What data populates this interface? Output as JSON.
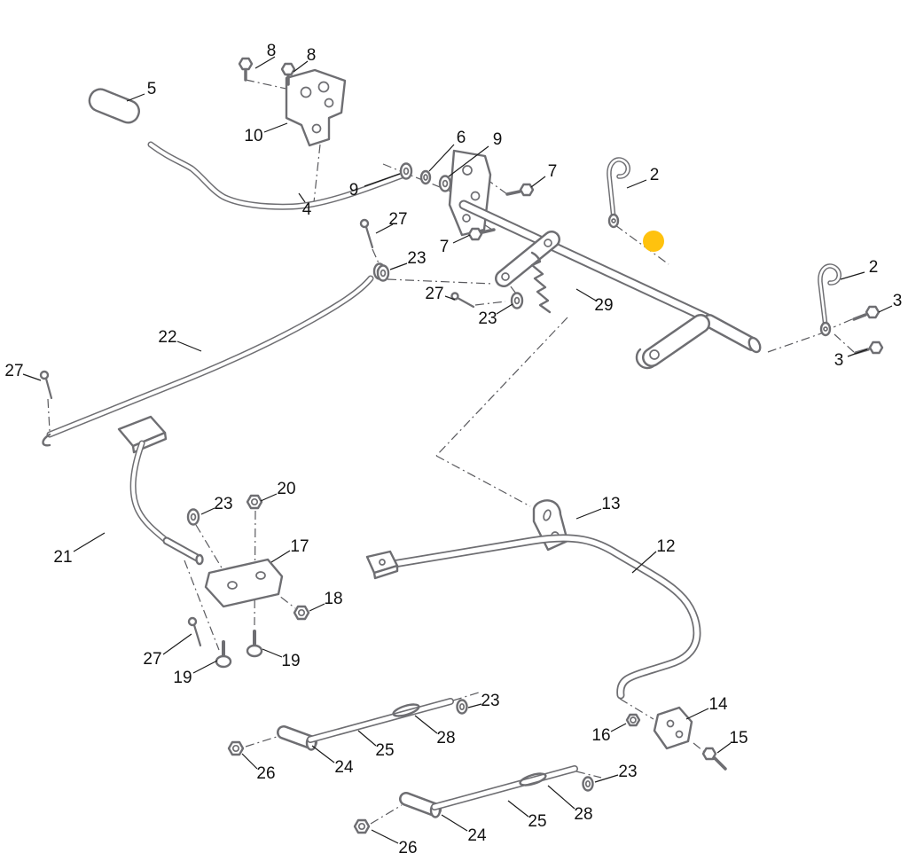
{
  "diagram": {
    "type": "exploded-parts-diagram",
    "description": "Mower deck lift linkage exploded parts view",
    "line_color": "#6e6e72",
    "centerline_color": "#5a5a5e",
    "label_color": "#111111",
    "highlight": {
      "color": "#FFC20E"
    },
    "callouts": [
      {
        "label": "8"
      },
      {
        "label": "8"
      },
      {
        "label": "5"
      },
      {
        "label": "10"
      },
      {
        "label": "6"
      },
      {
        "label": "9"
      },
      {
        "label": "9"
      },
      {
        "label": "7"
      },
      {
        "label": "2"
      },
      {
        "label": "4"
      },
      {
        "label": "27"
      },
      {
        "label": "7"
      },
      {
        "label": "23"
      },
      {
        "label": "2"
      },
      {
        "label": "27"
      },
      {
        "label": "3"
      },
      {
        "label": "23"
      },
      {
        "label": "29"
      },
      {
        "label": "3"
      },
      {
        "label": "22"
      },
      {
        "label": "27"
      },
      {
        "label": "23"
      },
      {
        "label": "20"
      },
      {
        "label": "13"
      },
      {
        "label": "17"
      },
      {
        "label": "12"
      },
      {
        "label": "21"
      },
      {
        "label": "18"
      },
      {
        "label": "27"
      },
      {
        "label": "19"
      },
      {
        "label": "19"
      },
      {
        "label": "23"
      },
      {
        "label": "14"
      },
      {
        "label": "28"
      },
      {
        "label": "16"
      },
      {
        "label": "15"
      },
      {
        "label": "25"
      },
      {
        "label": "24"
      },
      {
        "label": "26"
      },
      {
        "label": "23"
      },
      {
        "label": "25"
      },
      {
        "label": "28"
      },
      {
        "label": "24"
      },
      {
        "label": "26"
      }
    ]
  }
}
